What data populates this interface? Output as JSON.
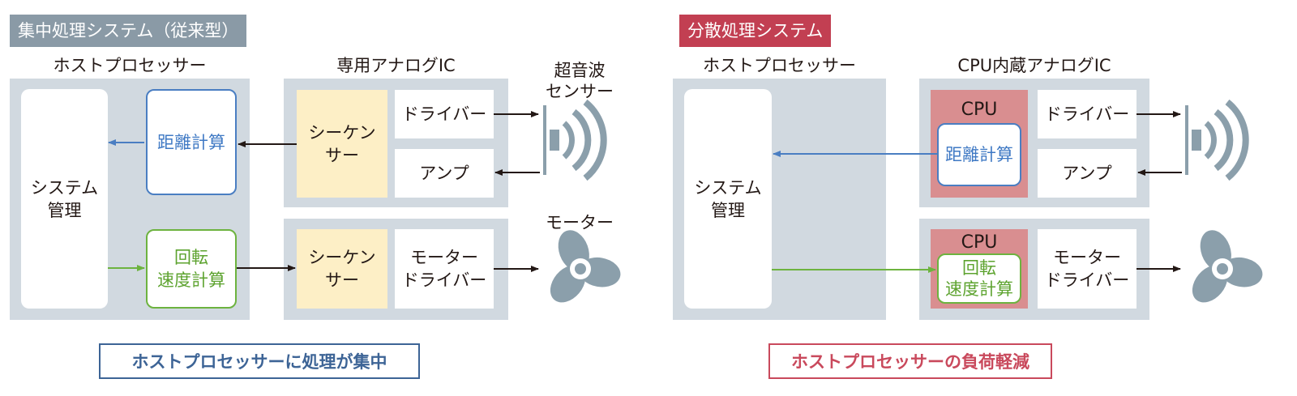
{
  "left": {
    "tag": "集中処理システム（従来型）",
    "host_label": "ホストプロセッサー",
    "ic_label": "専用アナログIC",
    "sensor_label": "超音波\nセンサー",
    "motor_label": "モーター",
    "system_mgmt": "システム\n管理",
    "distance_calc": "距離計算",
    "rotation_calc": "回転\n速度計算",
    "sequencer_top": "シーケン\nサー",
    "sequencer_bottom": "シーケン\nサー",
    "driver": "ドライバー",
    "amp": "アンプ",
    "motor_driver": "モーター\nドライバー",
    "footer": "ホストプロセッサーに処理が集中"
  },
  "right": {
    "tag": "分散処理システム",
    "host_label": "ホストプロセッサー",
    "ic_label": "CPU内蔵アナログIC",
    "system_mgmt": "システム\n管理",
    "cpu_top": "CPU",
    "cpu_bottom": "CPU",
    "distance_calc": "距離計算",
    "rotation_calc": "回転\n速度計算",
    "driver": "ドライバー",
    "amp": "アンプ",
    "motor_driver": "モーター\nドライバー",
    "footer": "ホストプロセッサーの負荷軽減"
  },
  "colors": {
    "left_tag": "#8a9aa6",
    "right_tag": "#c23f52",
    "blue": "#4a7ec2",
    "green": "#6db33f",
    "panel_gray": "#d1d9e0",
    "sequencer_yellow": "#fdefc6",
    "cpu_pink": "#d98e90",
    "footer_left_border": "#3d6496",
    "footer_right_border": "#c9495c",
    "icon_gray": "#8b9fab"
  },
  "icons": [
    "ultrasonic-sensor-icon",
    "motor-fan-icon"
  ]
}
